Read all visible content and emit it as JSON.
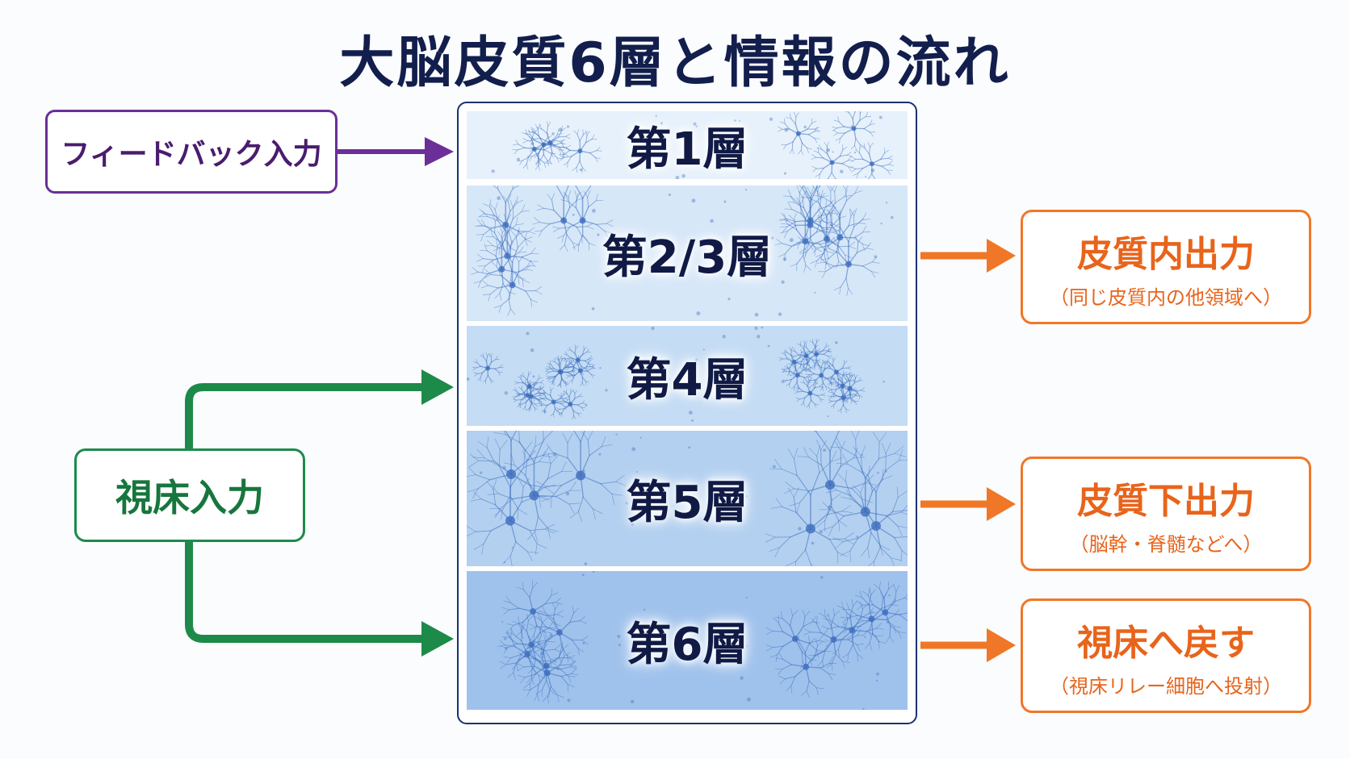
{
  "title": "大脳皮質6層と情報の流れ",
  "layers": [
    {
      "label": "第1層"
    },
    {
      "label": "第2/3層"
    },
    {
      "label": "第4層"
    },
    {
      "label": "第5層"
    },
    {
      "label": "第6層"
    }
  ],
  "inputs": {
    "feedback": "フィードバック入力",
    "thalamic": "視床入力"
  },
  "outputs": [
    {
      "title": "皮質内出力",
      "sub": "（同じ皮質内の他領域へ）"
    },
    {
      "title": "皮質下出力",
      "sub": "（脳幹・脊髄などへ）"
    },
    {
      "title": "視床へ戻す",
      "sub": "（視床リレー細胞へ投射）"
    }
  ],
  "colors": {
    "title": "#121e4c",
    "feedback": "#6b2f97",
    "thalamic": "#1d8a4a",
    "output": "#f07727",
    "layer_fills": [
      "#e6f1fb",
      "#d6e7f8",
      "#c4dcf4",
      "#b3d0f0",
      "#9fc2ec"
    ],
    "neuron": "#3d6dbd"
  }
}
